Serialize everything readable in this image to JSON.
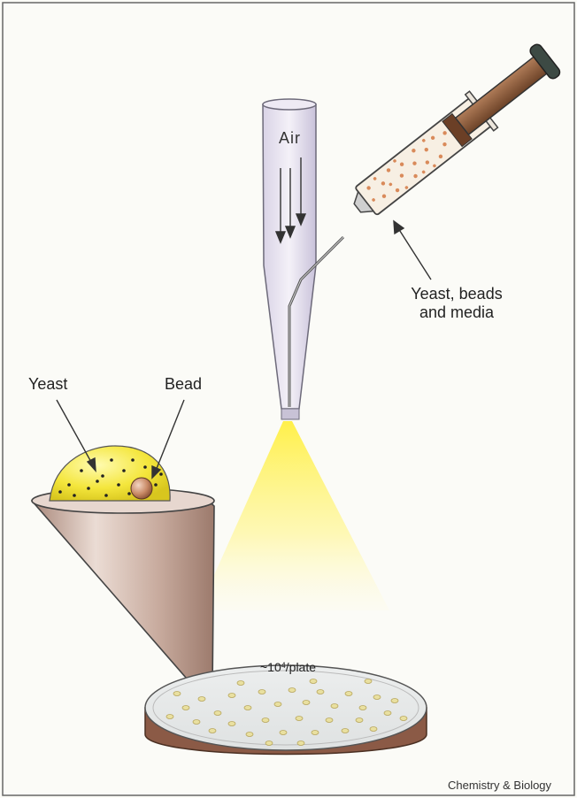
{
  "labels": {
    "air": "Air",
    "yeast_beads_media_line1": "Yeast, beads",
    "yeast_beads_media_line2": "and media",
    "yeast": "Yeast",
    "bead": "Bead",
    "plate_prefix": "~10",
    "plate_exponent": "4",
    "plate_suffix": "/plate",
    "credit": "Chemistry & Biology"
  },
  "colors": {
    "background": "#fbfbf7",
    "border": "#555555",
    "spray": "#fff27a",
    "droplet": "#f6ec48",
    "cone": "#cdb3a8",
    "syringe_barrel": "#f7efe3",
    "syringe_plunger": "#8a5a3a",
    "dish_rim": "#8b5a46",
    "beads": "#d98a5a",
    "colonies": "#e9e0a0"
  }
}
